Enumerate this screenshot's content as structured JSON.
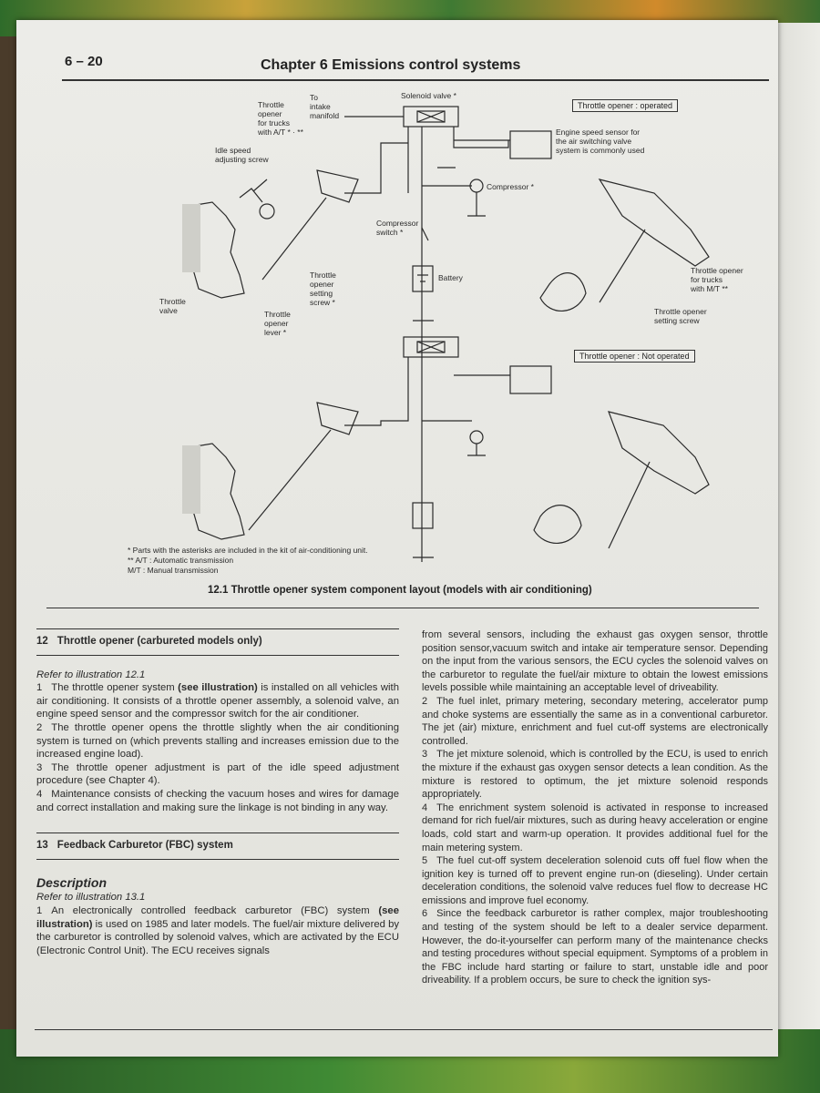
{
  "header": {
    "page_number": "6 – 20",
    "chapter_title": "Chapter 6  Emissions control systems"
  },
  "diagram": {
    "labels": {
      "throttle_opener_trucks_at": "Throttle\nopener\nfor trucks\nwith A/T * · **",
      "to_intake_manifold": "To\nintake\nmanifold",
      "solenoid_valve": "Solenoid valve *",
      "idle_speed_adjusting_screw": "Idle speed\nadjusting screw",
      "compressor": "Compressor *",
      "compressor_switch": "Compressor\nswitch *",
      "battery": "Battery",
      "throttle_opener_setting_screw": "Throttle\nopener\nsetting\nscrew *",
      "throttle_valve": "Throttle\nvalve",
      "throttle_opener_lever": "Throttle\nopener\nlever *",
      "engine_speed_sensor": "Engine speed sensor for\nthe air switching valve\nsystem is commonly used",
      "throttle_opener_trucks_mt": "Throttle opener\nfor trucks\nwith M/T **",
      "throttle_opener_setting_screw_right": "Throttle opener\nsetting screw"
    },
    "state_operated": "Throttle opener : operated",
    "state_not_operated": "Throttle opener : Not operated",
    "footnotes": [
      "*   Parts with the asterisks are included in the kit of air-conditioning unit.",
      "**  A/T : Automatic transmission",
      "     M/T : Manual transmission"
    ],
    "caption": "12.1   Throttle opener system component layout (models with air conditioning)"
  },
  "section12": {
    "number": "12",
    "title": "Throttle opener (carbureted models only)",
    "ref": "Refer to illustration 12.1",
    "paragraphs": [
      {
        "n": "1",
        "pre": "The throttle opener system ",
        "bold": "(see illustration)",
        "post": " is installed on all vehicles with air conditioning. It consists of a throttle opener assembly, a solenoid valve, an engine speed sensor and the compressor switch for the air conditioner."
      },
      {
        "n": "2",
        "pre": "The throttle opener opens the throttle slightly when the air conditioning system is turned on (which prevents stalling and increases emission due to the increased engine load).",
        "bold": "",
        "post": ""
      },
      {
        "n": "3",
        "pre": "The throttle opener adjustment is part of the idle speed adjustment procedure (see Chapter 4).",
        "bold": "",
        "post": ""
      },
      {
        "n": "4",
        "pre": "Maintenance consists of checking the vacuum hoses and wires for damage and correct installation and making sure the linkage is not binding in any way.",
        "bold": "",
        "post": ""
      }
    ]
  },
  "section13": {
    "number": "13",
    "title": "Feedback Carburetor (FBC) system",
    "subheading": "Description",
    "ref": "Refer to illustration 13.1",
    "p1": {
      "n": "1",
      "pre": "An electronically controlled feedback carburetor (FBC) system ",
      "bold": "(see illustration)",
      "post": " is used on 1985 and later models. The fuel/air mixture delivered by the carburetor is controlled by solenoid valves, which are activated by the ECU (Electronic Control Unit). The ECU receives signals"
    }
  },
  "right_column": {
    "continuation": "from several sensors, including the exhaust gas oxygen sensor, throttle position sensor,vacuum switch and intake air temperature sensor. Depending on the input from the various sensors, the ECU cycles the solenoid valves on the carburetor to regulate the fuel/air mixture to obtain the lowest emissions levels possible while maintaining an acceptable level of driveability.",
    "paragraphs": [
      {
        "n": "2",
        "text": "The fuel inlet, primary metering, secondary metering, accelerator pump and choke systems are essentially the same as in a conventional carburetor. The jet (air) mixture, enrichment and fuel cut-off systems are electronically controlled."
      },
      {
        "n": "3",
        "text": "The jet mixture solenoid, which is controlled by the ECU, is used to enrich the mixture if the exhaust gas oxygen sensor detects a lean condition. As the mixture is restored to optimum, the jet mixture solenoid responds appropriately."
      },
      {
        "n": "4",
        "text": "The enrichment system solenoid is activated in response to increased demand for rich fuel/air mixtures, such as during heavy acceleration or engine loads, cold start and warm-up operation. It provides additional fuel for the main metering system."
      },
      {
        "n": "5",
        "text": "The fuel cut-off system deceleration solenoid cuts off fuel flow when the ignition key is turned off to prevent engine run-on (dieseling). Under certain deceleration conditions, the solenoid valve reduces fuel flow to decrease HC emissions and improve fuel economy."
      },
      {
        "n": "6",
        "text": "Since the feedback carburetor is rather complex, major troubleshooting and testing of the system should be left to a dealer service deparment. However, the do-it-yourselfer can perform many of the maintenance checks and testing procedures without special equipment. Symptoms of a problem in the FBC include hard starting or failure to start, unstable idle and poor driveability. If a problem occurs, be sure to check the ignition sys-"
      }
    ]
  }
}
